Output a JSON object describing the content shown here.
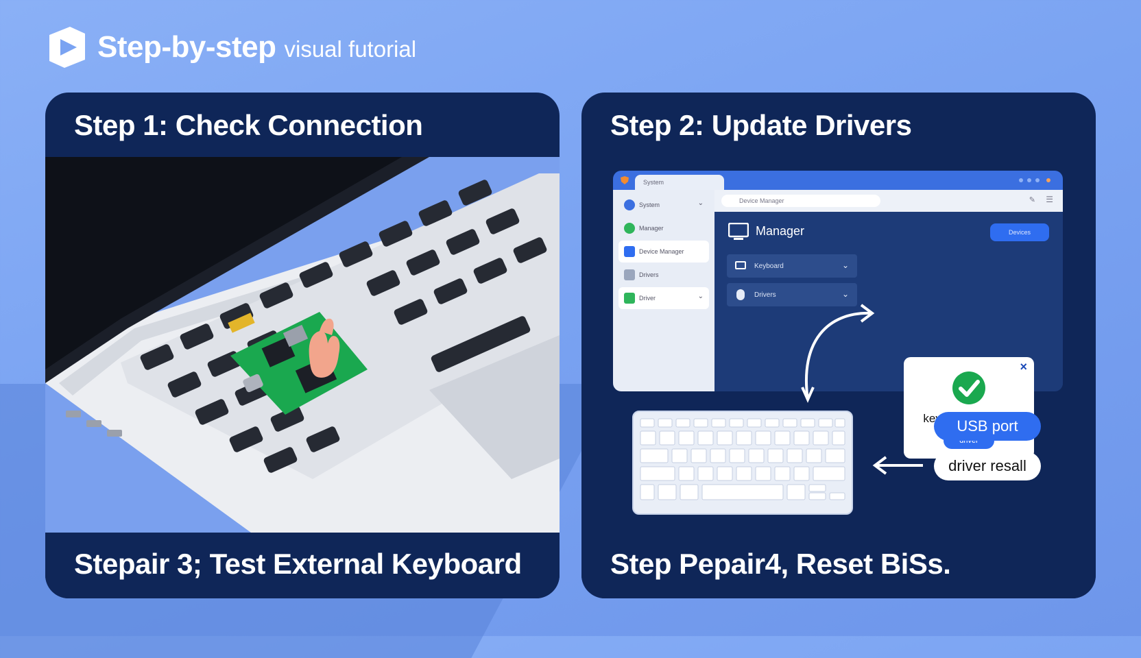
{
  "header": {
    "title": "Step-by-step",
    "subtitle": "visual futorial",
    "logo_icon": "play-cube-logo"
  },
  "steps": {
    "step1": "Step 1: Check Connection",
    "step2": "Step 2: Update Drivers",
    "step3": "Stepair 3; Test External Keyboard",
    "step4": "Step Pepair4, Reset BiSs."
  },
  "settings_window": {
    "tab_label": "System",
    "address": "Device Manager",
    "sidebar": [
      {
        "label": "System",
        "icon": "gear-icon",
        "color": "#3b6fe0"
      },
      {
        "label": "Manager",
        "icon": "app-icon",
        "color": "#2fb55b"
      },
      {
        "label": "Device Manager",
        "icon": "monitor-icon",
        "color": "#2f6df0"
      },
      {
        "label": "Drivers",
        "icon": "drive-icon",
        "color": "#9aa6bd"
      },
      {
        "label": "Driver",
        "icon": "chip-icon",
        "color": "#2fb55b"
      }
    ],
    "main_title": "Manager",
    "main_button": "Devices",
    "dropdowns": [
      "Keyboard",
      "Drivers"
    ]
  },
  "popup": {
    "label": "keyboard settings",
    "button": "driver"
  },
  "labels": {
    "usb_port": "USB port",
    "driver_resall": "driver resall"
  },
  "colors": {
    "background": "#7aa3f2",
    "panel": "#0f2658",
    "accent": "#2f6df0",
    "success": "#1aa84f"
  }
}
